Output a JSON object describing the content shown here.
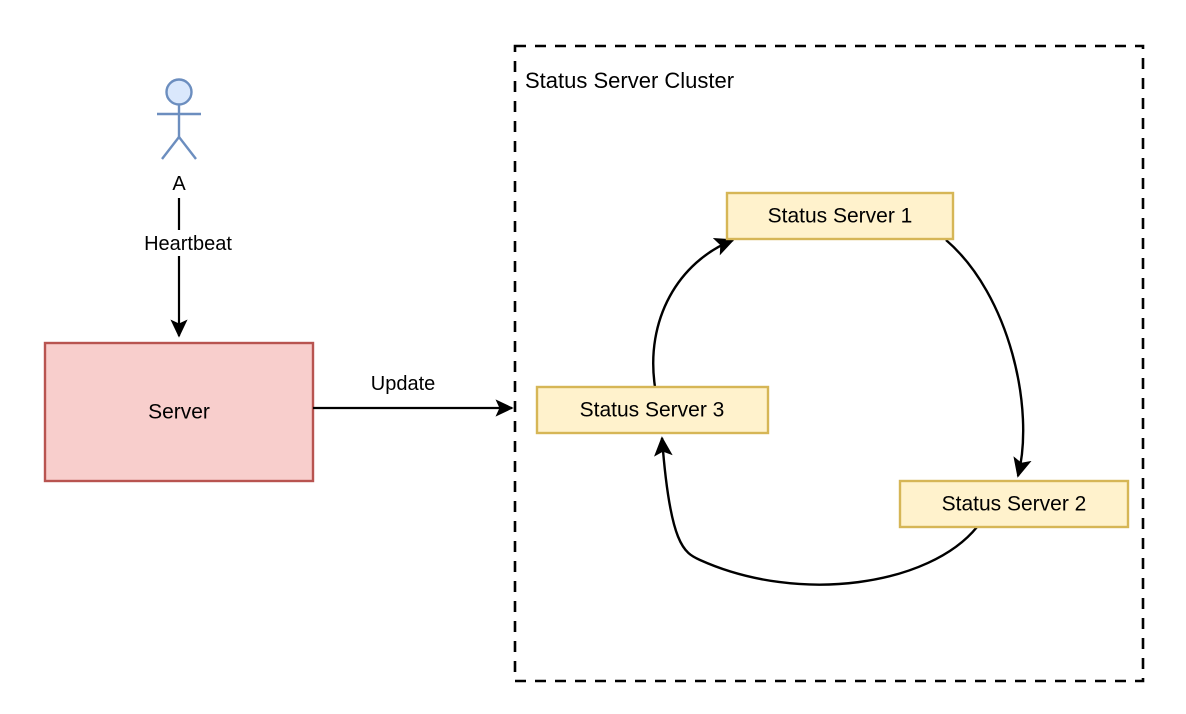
{
  "diagram": {
    "type": "architecture-flow-diagram",
    "background": "#ffffff"
  },
  "actor": {
    "name": "A",
    "label": "A",
    "fill": "#dae8fc",
    "stroke": "#6c8ebf"
  },
  "server": {
    "label": "Server",
    "fill": "#f8cecc",
    "stroke": "#b85450"
  },
  "cluster": {
    "title": "Status Server Cluster",
    "stroke": "#000000",
    "style": "dashed"
  },
  "nodes": [
    {
      "id": "status-server-1",
      "label": "Status Server 1",
      "fill": "#fff2cc",
      "stroke": "#d6b656"
    },
    {
      "id": "status-server-2",
      "label": "Status Server 2",
      "fill": "#fff2cc",
      "stroke": "#d6b656"
    },
    {
      "id": "status-server-3",
      "label": "Status Server 3",
      "fill": "#fff2cc",
      "stroke": "#d6b656"
    }
  ],
  "edges": [
    {
      "id": "heartbeat",
      "label": "Heartbeat",
      "from": "A",
      "to": "Server",
      "stroke": "#000000"
    },
    {
      "id": "update",
      "label": "Update",
      "from": "Server",
      "to": "Status Server Cluster",
      "stroke": "#000000"
    },
    {
      "id": "ss3-to-ss1",
      "label": "",
      "from": "Status Server 3",
      "to": "Status Server 1",
      "stroke": "#000000"
    },
    {
      "id": "ss1-to-ss2",
      "label": "",
      "from": "Status Server 1",
      "to": "Status Server 2",
      "stroke": "#000000"
    },
    {
      "id": "ss2-to-ss3",
      "label": "",
      "from": "Status Server 2",
      "to": "Status Server 3",
      "stroke": "#000000"
    }
  ]
}
